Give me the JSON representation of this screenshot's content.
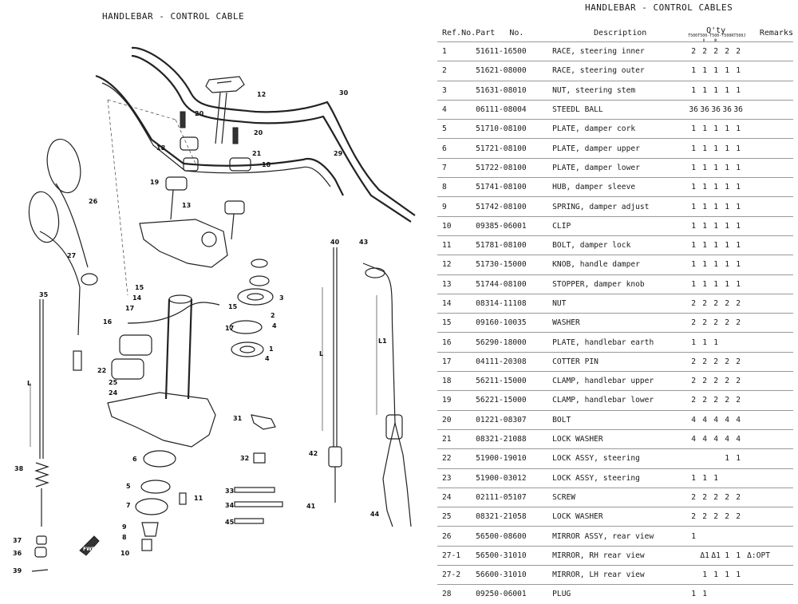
{
  "diagram": {
    "title": "HANDLEBAR - CONTROL CABLE",
    "callouts": [
      "12",
      "20",
      "30",
      "18",
      "21",
      "20",
      "29",
      "19",
      "18",
      "26",
      "13",
      "27",
      "15",
      "14",
      "3",
      "17",
      "16",
      "15",
      "2",
      "4",
      "1",
      "4",
      "17",
      "22",
      "25",
      "24",
      "31",
      "6",
      "32",
      "5",
      "7",
      "9",
      "8",
      "10",
      "33",
      "34",
      "45",
      "11",
      "35",
      "38",
      "37",
      "36",
      "39",
      "40",
      "42",
      "41",
      "43",
      "44"
    ],
    "fwd_label": "FWD",
    "dimension_label": "L",
    "dimension_label_2": "L1"
  },
  "table": {
    "title": "HANDLEBAR - CONTROL CABLES",
    "headers": {
      "ref": "Ref.No.",
      "part": "Part",
      "no": "No.",
      "description": "Description",
      "qty": "Q'ty",
      "remarks": "Remarks"
    },
    "qty_subheaders": [
      "T500",
      "T500-Ⅱ",
      "T500-Ⅲ",
      "T500R",
      "T500J"
    ],
    "rows": [
      {
        "ref": "1",
        "part": "51611-16500",
        "desc": "RACE, steering inner",
        "q": [
          "2",
          "2",
          "2",
          "2",
          "2"
        ],
        "rem": ""
      },
      {
        "ref": "2",
        "part": "51621-08000",
        "desc": "RACE, steering outer",
        "q": [
          "1",
          "1",
          "1",
          "1",
          "1"
        ],
        "rem": ""
      },
      {
        "ref": "3",
        "part": "51631-08010",
        "desc": "NUT, steering stem",
        "q": [
          "1",
          "1",
          "1",
          "1",
          "1"
        ],
        "rem": ""
      },
      {
        "ref": "4",
        "part": "06111-08004",
        "desc": "STEEDL BALL",
        "q": [
          "36",
          "36",
          "36",
          "36",
          "36"
        ],
        "rem": ""
      },
      {
        "ref": "5",
        "part": "51710-08100",
        "desc": "PLATE, damper cork",
        "q": [
          "1",
          "1",
          "1",
          "1",
          "1"
        ],
        "rem": ""
      },
      {
        "ref": "6",
        "part": "51721-08100",
        "desc": "PLATE, damper upper",
        "q": [
          "1",
          "1",
          "1",
          "1",
          "1"
        ],
        "rem": ""
      },
      {
        "ref": "7",
        "part": "51722-08100",
        "desc": "PLATE, damper lower",
        "q": [
          "1",
          "1",
          "1",
          "1",
          "1"
        ],
        "rem": ""
      },
      {
        "ref": "8",
        "part": "51741-08100",
        "desc": "HUB, damper sleeve",
        "q": [
          "1",
          "1",
          "1",
          "1",
          "1"
        ],
        "rem": ""
      },
      {
        "ref": "9",
        "part": "51742-08100",
        "desc": "SPRING, damper adjust",
        "q": [
          "1",
          "1",
          "1",
          "1",
          "1"
        ],
        "rem": ""
      },
      {
        "ref": "10",
        "part": "09385-06001",
        "desc": "CLIP",
        "q": [
          "1",
          "1",
          "1",
          "1",
          "1"
        ],
        "rem": ""
      },
      {
        "ref": "11",
        "part": "51781-08100",
        "desc": "BOLT, damper lock",
        "q": [
          "1",
          "1",
          "1",
          "1",
          "1"
        ],
        "rem": ""
      },
      {
        "ref": "12",
        "part": "51730-15000",
        "desc": "KNOB, handle damper",
        "q": [
          "1",
          "1",
          "1",
          "1",
          "1"
        ],
        "rem": ""
      },
      {
        "ref": "13",
        "part": "51744-08100",
        "desc": "STOPPER, damper knob",
        "q": [
          "1",
          "1",
          "1",
          "1",
          "1"
        ],
        "rem": ""
      },
      {
        "ref": "14",
        "part": "08314-11108",
        "desc": "NUT",
        "q": [
          "2",
          "2",
          "2",
          "2",
          "2"
        ],
        "rem": ""
      },
      {
        "ref": "15",
        "part": "09160-10035",
        "desc": "WASHER",
        "q": [
          "2",
          "2",
          "2",
          "2",
          "2"
        ],
        "rem": ""
      },
      {
        "ref": "16",
        "part": "56290-18000",
        "desc": "PLATE, handlebar earth",
        "q": [
          "1",
          "1",
          "1",
          "",
          ""
        ],
        "rem": ""
      },
      {
        "ref": "17",
        "part": "04111-20308",
        "desc": "COTTER PIN",
        "q": [
          "2",
          "2",
          "2",
          "2",
          "2"
        ],
        "rem": ""
      },
      {
        "ref": "18",
        "part": "56211-15000",
        "desc": "CLAMP, handlebar upper",
        "q": [
          "2",
          "2",
          "2",
          "2",
          "2"
        ],
        "rem": ""
      },
      {
        "ref": "19",
        "part": "56221-15000",
        "desc": "CLAMP, handlebar lower",
        "q": [
          "2",
          "2",
          "2",
          "2",
          "2"
        ],
        "rem": ""
      },
      {
        "ref": "20",
        "part": "01221-08307",
        "desc": "BOLT",
        "q": [
          "4",
          "4",
          "4",
          "4",
          "4"
        ],
        "rem": ""
      },
      {
        "ref": "21",
        "part": "08321-21088",
        "desc": "LOCK WASHER",
        "q": [
          "4",
          "4",
          "4",
          "4",
          "4"
        ],
        "rem": ""
      },
      {
        "ref": "22",
        "part": "51900-19010",
        "desc": "LOCK ASSY, steering",
        "q": [
          "",
          "",
          "",
          "1",
          "1"
        ],
        "rem": ""
      },
      {
        "ref": "23",
        "part": "51900-03012",
        "desc": "LOCK ASSY, steering",
        "q": [
          "1",
          "1",
          "1",
          "",
          ""
        ],
        "rem": ""
      },
      {
        "ref": "24",
        "part": "02111-05107",
        "desc": "SCREW",
        "q": [
          "2",
          "2",
          "2",
          "2",
          "2"
        ],
        "rem": ""
      },
      {
        "ref": "25",
        "part": "08321-21058",
        "desc": "LOCK WASHER",
        "q": [
          "2",
          "2",
          "2",
          "2",
          "2"
        ],
        "rem": ""
      },
      {
        "ref": "26",
        "part": "56500-08600",
        "desc": "MIRROR ASSY, rear view",
        "q": [
          "1",
          "",
          "",
          "",
          ""
        ],
        "rem": ""
      },
      {
        "ref": "27-1",
        "part": "56500-31010",
        "desc": "MIRROR, RH rear view",
        "q": [
          "",
          "Δ1",
          "Δ1",
          "1",
          "1"
        ],
        "rem": "Δ:OPT"
      },
      {
        "ref": "27-2",
        "part": "56600-31010",
        "desc": "MIRROR, LH rear view",
        "q": [
          "",
          "1",
          "1",
          "1",
          "1"
        ],
        "rem": ""
      },
      {
        "ref": "28",
        "part": "09250-06001",
        "desc": "PLUG",
        "q": [
          "1",
          "1",
          "",
          "",
          ""
        ],
        "rem": ""
      }
    ]
  }
}
